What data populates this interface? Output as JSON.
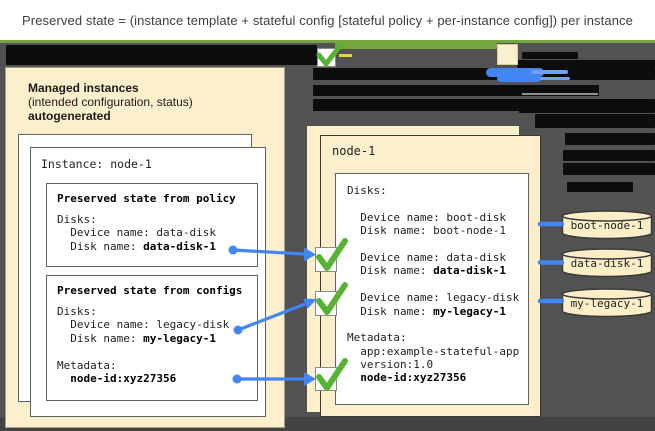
{
  "banner": {
    "text": "Preserved state = (instance template + stateful config [stateful policy + per-instance config]) per instance"
  },
  "left_panel": {
    "title_bold": "Managed instances",
    "subtitle": "(intended configuration, status)",
    "autogenerated": "autogenerated"
  },
  "left_card": {
    "title": "Instance: node-1",
    "policy": {
      "heading": "Preserved state from policy",
      "lines": [
        {
          "pre": "Disks:",
          "bold": ""
        },
        {
          "pre": "  Device name: data-disk",
          "bold": ""
        },
        {
          "pre": "  Disk name: ",
          "bold": "data-disk-1"
        }
      ]
    },
    "configs": {
      "heading": "Preserved state from configs",
      "lines": [
        {
          "pre": "Disks:",
          "bold": ""
        },
        {
          "pre": "  Device name: legacy-disk",
          "bold": ""
        },
        {
          "pre": "  Disk name: ",
          "bold": "my-legacy-1"
        },
        {
          "pre": "",
          "bold": ""
        },
        {
          "pre": "Metadata:",
          "bold": ""
        },
        {
          "pre": "  ",
          "bold": "node-id:xyz27356"
        }
      ]
    }
  },
  "vm_panel": {
    "title": "node-1",
    "lines": [
      {
        "pre": "Disks:",
        "bold": ""
      },
      {
        "pre": "",
        "bold": ""
      },
      {
        "pre": "  Device name: boot-disk",
        "bold": ""
      },
      {
        "pre": "  Disk name: boot-node-1",
        "bold": ""
      },
      {
        "pre": "",
        "bold": ""
      },
      {
        "pre": "  Device name: data-disk",
        "bold": ""
      },
      {
        "pre": "  Disk name: ",
        "bold": "data-disk-1"
      },
      {
        "pre": "",
        "bold": ""
      },
      {
        "pre": "  Device name: legacy-disk",
        "bold": ""
      },
      {
        "pre": "  Disk name: ",
        "bold": "my-legacy-1"
      },
      {
        "pre": "",
        "bold": ""
      },
      {
        "pre": "Metadata:",
        "bold": ""
      },
      {
        "pre": "  app:example-stateful-app",
        "bold": ""
      },
      {
        "pre": "  version:1.0",
        "bold": ""
      },
      {
        "pre": "  ",
        "bold": "node-id:xyz27356"
      }
    ]
  },
  "disks": [
    "boot-node-1",
    "data-disk-1",
    "my-legacy-1"
  ],
  "colors": {
    "accent_blue": "#4285F4",
    "check_green": "#57B233",
    "arrow_green": "#76A43E",
    "cream": "#FCF0CC",
    "background_gray": "#525252",
    "redacted_black": "#0D0D0D",
    "banner_text": "#3C4043"
  }
}
